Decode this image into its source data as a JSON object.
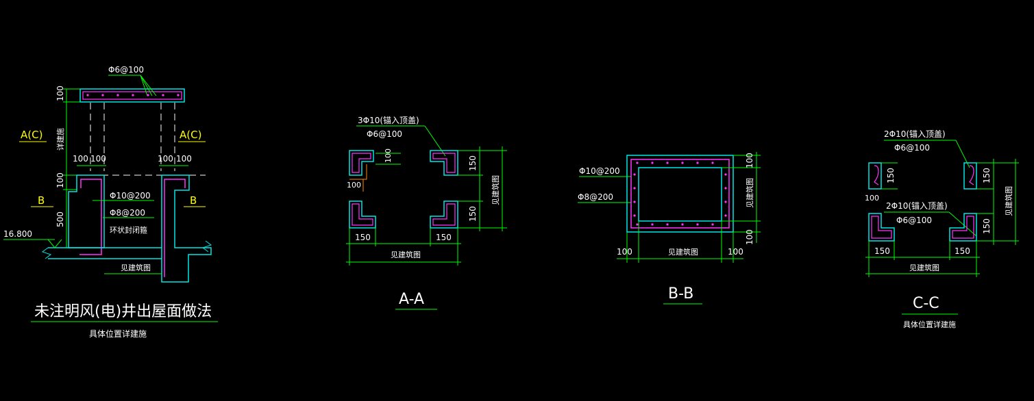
{
  "colors": {
    "background": "#000000",
    "concrete": "#00e5e5",
    "rebar": "#ff33ff",
    "dimension": "#00ff00",
    "label": "#ffffff",
    "section_marker": "#ffff00",
    "detail_line": "#ff8800"
  },
  "elevation": {
    "title": "未注明风(电)井出屋面做法",
    "subtitle": "具体位置详建施",
    "top_rebar": "Φ6@100",
    "dim_top": "100",
    "dim_side": "详建施",
    "dim_100a": "100",
    "dim_100b": "100",
    "dim_100c": "100",
    "dim_100d": "100",
    "dim_100e": "100",
    "dim_500": "500",
    "rebar_a": "Φ10@200",
    "rebar_b": "Φ8@200",
    "rebar_note": "环状封闭箍",
    "elev_level": "16.800",
    "see_arch": "见建筑图",
    "mark_ac_left": "A(C)",
    "mark_ac_right": "A(C)",
    "mark_b_left": "B",
    "mark_b_right": "B"
  },
  "section_aa": {
    "title": "A-A",
    "rebar_main": "3Φ10(锚入顶盖)",
    "rebar_stirrup": "Φ6@100",
    "dim_100_top": "100",
    "dim_100_left": "100",
    "dim_150_r1": "150",
    "dim_150_r2": "150",
    "dim_150_b1": "150",
    "dim_150_b2": "150",
    "see_arch_right": "见建筑图",
    "see_arch_bottom": "见建筑图"
  },
  "section_bb": {
    "title": "B-B",
    "rebar_a": "Φ10@200",
    "rebar_b": "Φ8@200",
    "dim_top": "100",
    "dim_bottom": "100",
    "dim_left": "100",
    "dim_right": "100",
    "see_arch_right": "见建筑图",
    "see_arch_bottom": "见建筑图"
  },
  "section_cc": {
    "title": "C-C",
    "subtitle": "具体位置详建施",
    "rebar_top": "2Φ10(锚入顶盖)",
    "stirrup_top": "Φ6@100",
    "rebar_mid": "2Φ10(锚入顶盖)",
    "stirrup_mid": "Φ6@100",
    "dim_100_left": "100",
    "dim_150_r1": "150",
    "dim_150_r2": "150",
    "dim_150_l1": "150",
    "dim_150_b1": "150",
    "dim_150_b2": "150",
    "see_arch_right": "见建筑图",
    "see_arch_bottom": "见建筑图"
  }
}
